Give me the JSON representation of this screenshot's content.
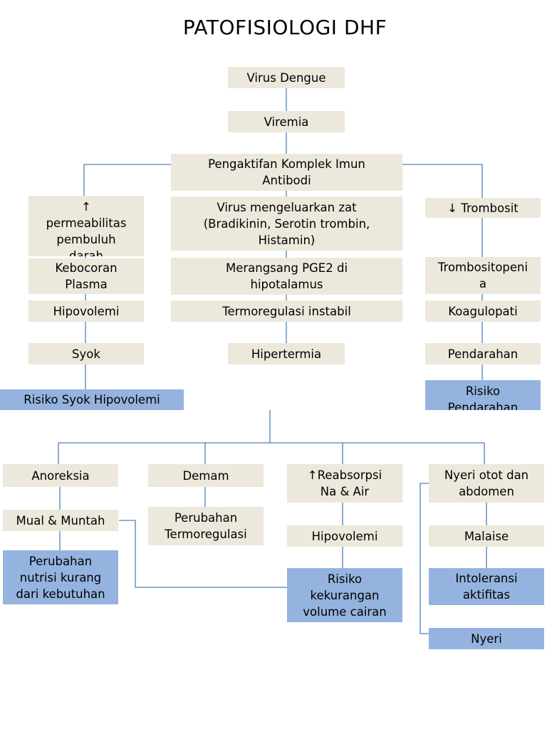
{
  "title": "PATOFISIOLOGI DHF",
  "colors": {
    "node_fill": "#ece8dc",
    "diagnosis_fill": "#95b3df",
    "connector": "#4f81bd"
  },
  "nodes": {
    "virus_dengue": "Virus Dengue",
    "viremia": "Viremia",
    "pengaktifan": "Pengaktifan Komplek Imun\nAntibodi",
    "permeabilitas": "↑\npermeabilitas\npembuluh\ndarah",
    "virus_zat": "Virus mengeluarkan zat\n(Bradikinin, Serotin trombin,\nHistamin)",
    "trombosit": "↓ Trombosit",
    "kebocoran": "Kebocoran\nPlasma",
    "merangsang": "Merangsang PGE2  di\nhipotalamus",
    "trombositopenia": "Trombositopeni\na",
    "hipovolemi_1": "Hipovolemi",
    "termoregulasi_instabil": "Termoregulasi instabil",
    "koagulopati": "Koagulopati",
    "syok": "Syok",
    "hipertermia": "Hipertermia",
    "pendarahan": "Pendarahan",
    "risiko_syok": "Risiko Syok Hipovolemi",
    "risiko_pendarahan": "Risiko\nPendarahan",
    "anoreksia": "Anoreksia",
    "demam": "Demam",
    "reabsorpsi": "↑Reabsorpsi\nNa & Air",
    "nyeri_otot": "Nyeri otot dan\nabdomen",
    "mual": "Mual & Muntah",
    "perubahan_termo": "Perubahan\nTermoregulasi",
    "hipovolemi_2": "Hipovolemi",
    "malaise": "Malaise",
    "perubahan_nutrisi": "Perubahan\nnutrisi kurang\ndari kebutuhan",
    "risiko_cairan": "Risiko\nkekurangan\nvolume cairan",
    "intoleransi": "Intoleransi\naktifitas",
    "nyeri": "Nyeri"
  }
}
